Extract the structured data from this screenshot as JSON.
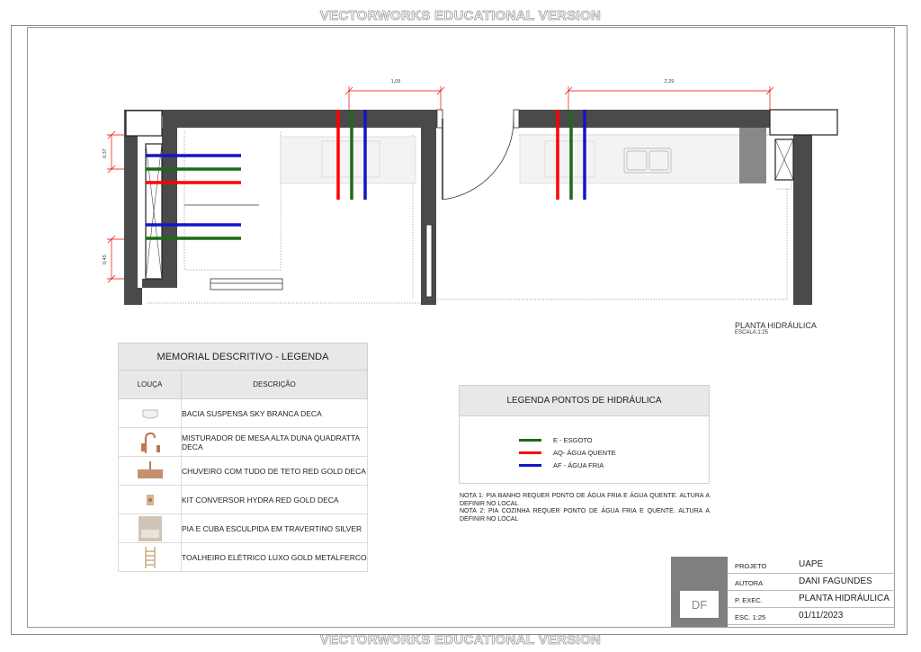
{
  "watermark": "VECTORWORKS EDUCATIONAL VERSION",
  "plan": {
    "title": "PLANTA HIDRÁULICA",
    "scale": "ESCALA:1:25",
    "dim_left": "1,09",
    "dim_right": "2,29",
    "dim_v1": "0,37",
    "dim_v2": "0,45"
  },
  "colors": {
    "esgoto": "#1a6b1a",
    "agua_quente": "#ff0000",
    "agua_fria": "#1414c8",
    "wall": "#4a4a4a"
  },
  "memorial": {
    "title": "MEMORIAL DESCRITIVO - LEGENDA",
    "col_louca": "LOUÇA",
    "col_descricao": "DESCRIÇÃO",
    "items": [
      {
        "icon": "toilet-icon",
        "desc": "BACIA SUSPENSA SKY BRANCA DECA"
      },
      {
        "icon": "faucet-icon",
        "desc": "MISTURADOR DE MESA ALTA DUNA QUADRATTA DECA"
      },
      {
        "icon": "shower-icon",
        "desc": "CHUVEIRO COM TUDO DE TETO RED GOLD DECA"
      },
      {
        "icon": "converter-kit-icon",
        "desc": "KIT CONVERSOR HYDRA RED GOLD DECA"
      },
      {
        "icon": "sink-icon",
        "desc": "PIA E CUBA ESCULPIDA EM TRAVERTINO SILVER"
      },
      {
        "icon": "towel-heater-icon",
        "desc": "TOALHEIRO ELÉTRICO LUXO GOLD METALFERCO"
      }
    ]
  },
  "legend": {
    "title": "LEGENDA PONTOS DE HIDRÁULICA",
    "items": [
      {
        "label": "E - ESGOTO",
        "color": "#1a6b1a"
      },
      {
        "label": "AQ- ÁGUA QUENTE",
        "color": "#ff0000"
      },
      {
        "label": "AF - ÁGUA FRIA",
        "color": "#1414c8"
      }
    ]
  },
  "notes": {
    "nota1": "NOTA 1: PIA BANHO REQUER PONTO DE ÁGUA FRIA E ÁGUA QUENTE. ALTURA A DEFINIR NO LOCAL",
    "nota2": "NOTA 2: PIA COZINHA REQUER PONTO DE ÁGUA FRIA E QUENTE. ALTURA A DEFINIR NO LOCAL"
  },
  "title_block": {
    "initials": "DF",
    "rows": [
      {
        "key": "PROJETO",
        "value": "UAPE"
      },
      {
        "key": "AUTORA",
        "value": "DANI FAGUNDES"
      },
      {
        "key": "P. EXEC.",
        "value": "PLANTA HIDRÁULICA"
      },
      {
        "key": "ESC. 1:25",
        "value": "01/11/2023"
      }
    ]
  }
}
